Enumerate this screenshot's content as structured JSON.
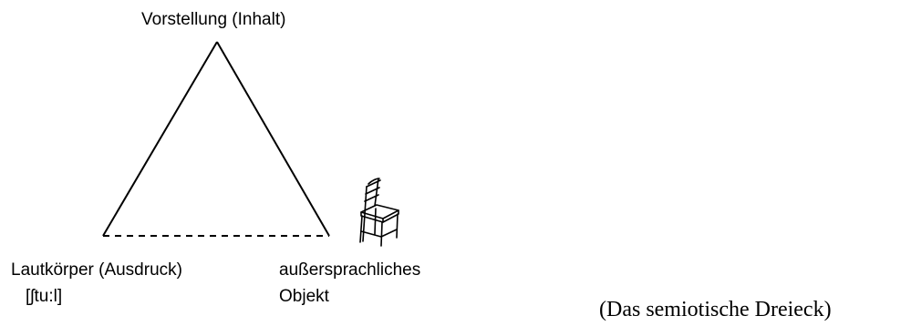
{
  "diagram": {
    "top_vertex_label": "Vorstellung (Inhalt)",
    "left_vertex_label": "Lautkörper (Ausdruck)",
    "left_vertex_sublabel": "[ʃtu:l]",
    "right_vertex_label_line1": "außersprachliches",
    "right_vertex_label_line2": "Objekt",
    "caption": "(Das semiotische Dreieck)",
    "object_icon": "chair-icon",
    "line_color": "#000000"
  }
}
